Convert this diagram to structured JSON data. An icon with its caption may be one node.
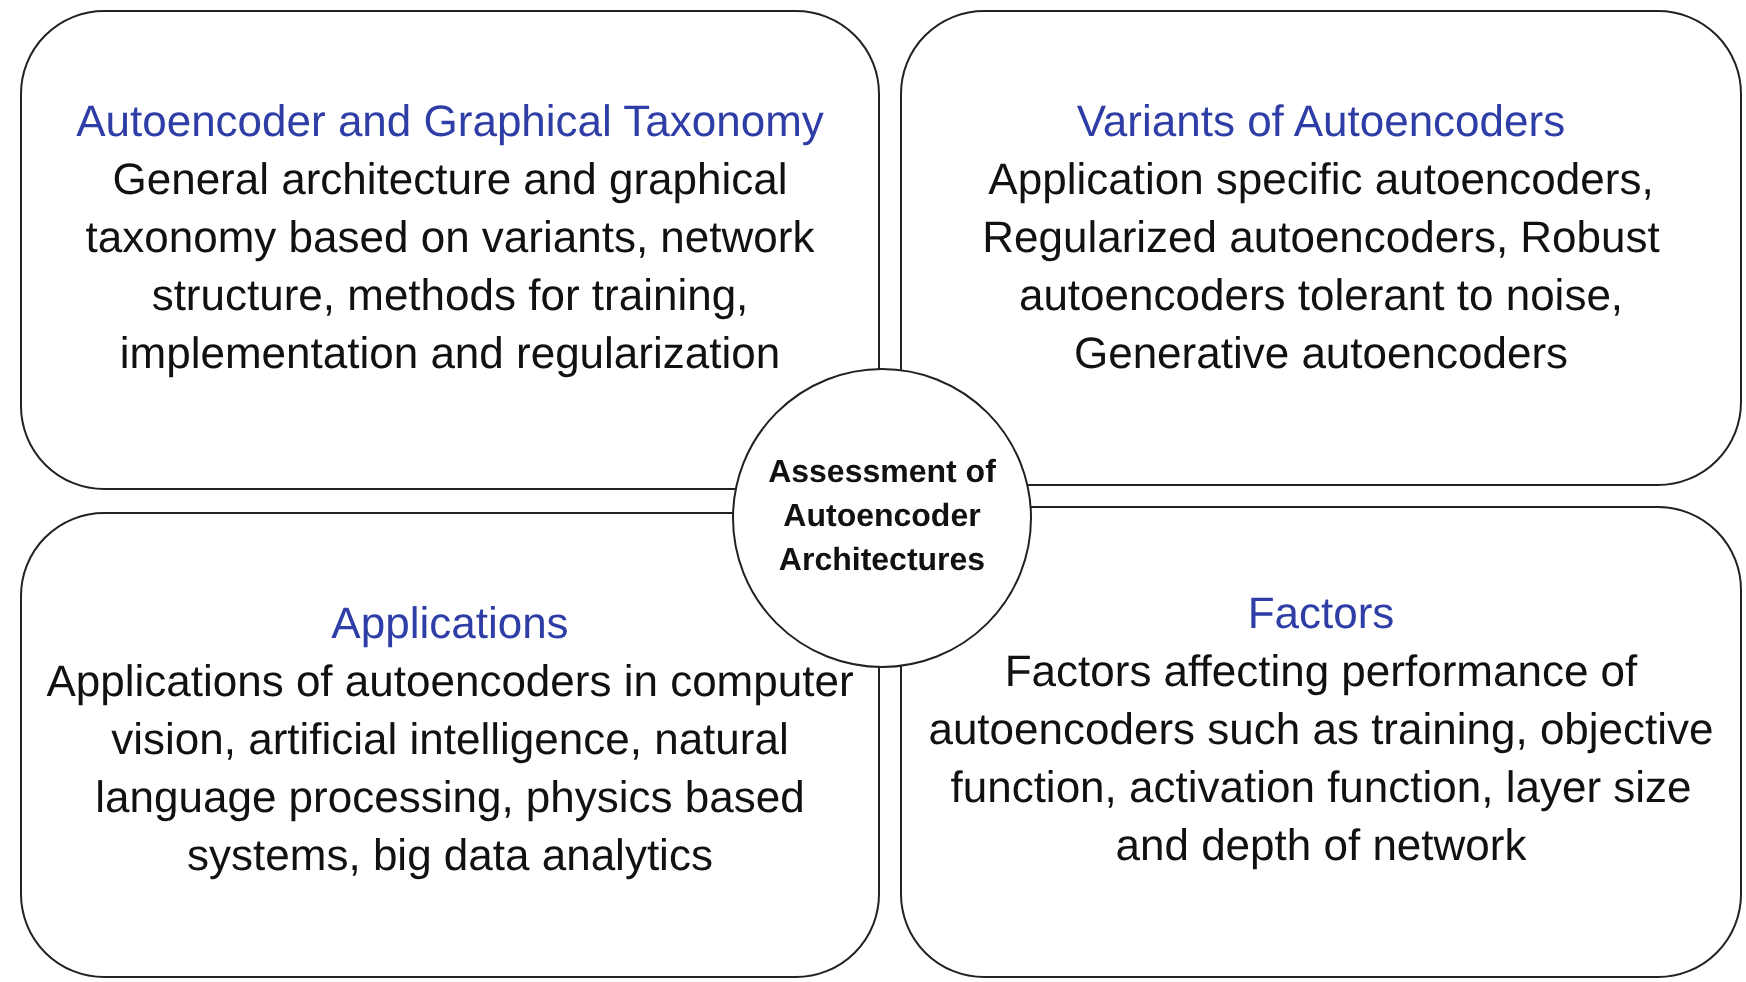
{
  "diagram": {
    "nodes": [
      {
        "text": [
          "Autoencoder and Graphical Taxonomy",
          "General architecture and graphical taxonomy based on variants, network structure, methods for training, implementation and regularization"
        ]
      },
      {
        "text": [
          "Variants of Autoencoders",
          "Application specific autoencoders, Regularized autoencoders, Robust autoencoders tolerant to noise, Generative autoencoders"
        ]
      },
      {
        "text": [
          "Assessment of Autoencoder Architectures"
        ]
      },
      {
        "text": [
          "Applications",
          "Applications of autoencoders in computer vision, artificial intelligence, natural language processing, physics based systems, big data analytics"
        ]
      },
      {
        "text": [
          "Factors",
          "Factors affecting performance of autoencoders such as training, objective function, activation function, layer size and depth of network"
        ]
      }
    ]
  }
}
